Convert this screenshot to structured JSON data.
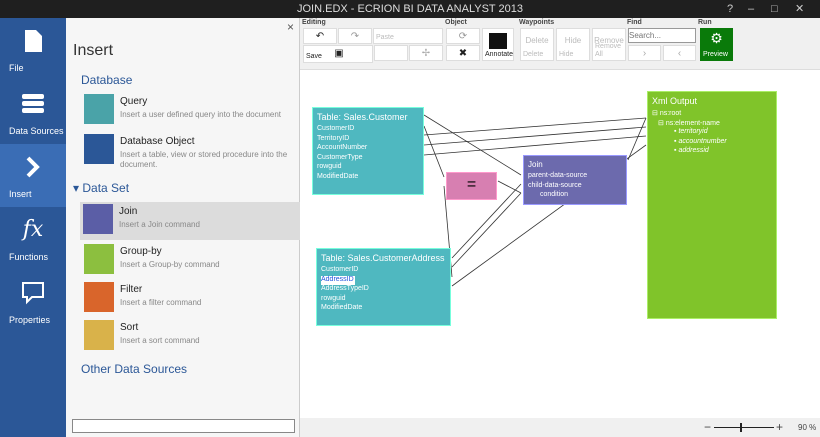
{
  "window": {
    "title": "JOIN.EDX - ECRION BI DATA ANALYST 2013",
    "controls": [
      "?",
      "–",
      "□",
      "✕"
    ]
  },
  "nav": [
    {
      "label": "File",
      "icon": "file-icon"
    },
    {
      "label": "Data Sources",
      "icon": "database-icon"
    },
    {
      "label": "Insert",
      "icon": "chevron-right-icon"
    },
    {
      "label": "Functions",
      "icon": "fx-icon"
    },
    {
      "label": "Properties",
      "icon": "comment-icon"
    }
  ],
  "panel": {
    "title": "Insert",
    "close": "×",
    "sections": {
      "database": "Database",
      "dataset": "Data Set",
      "other": "Other Data Sources"
    },
    "items": [
      {
        "title": "Query",
        "desc": "Insert a user defined query into the document",
        "color": "#4aa3a8"
      },
      {
        "title": "Database Object",
        "desc": "Insert a table, view or stored procedure into the document.",
        "color": "#2b5797"
      },
      {
        "title": "Join",
        "desc": "Insert a Join command",
        "color": "#5b5ea6"
      },
      {
        "title": "Group-by",
        "desc": "Insert a Group-by command",
        "color": "#8cbf3f"
      },
      {
        "title": "Filter",
        "desc": "Insert a filter command",
        "color": "#d9652b"
      },
      {
        "title": "Sort",
        "desc": "Insert a sort command",
        "color": "#d9b24a"
      }
    ],
    "search_value": ""
  },
  "ribbon": {
    "groups": [
      "Editing",
      "Object",
      "Waypoints",
      "Find",
      "Run"
    ],
    "paste": "Paste",
    "save": "Save",
    "annotate": "Annotate",
    "delete_btn": "Delete",
    "hide_btn": "Hide",
    "remove_btn": "Remove",
    "delete": "Delete",
    "hide": "Hide",
    "remove_all": "Remove All",
    "search_placeholder": "Search...",
    "preview": "Preview"
  },
  "canvas": {
    "customer": {
      "title": "Table: Sales.Customer",
      "fields": [
        "CustomerID",
        "TerritoryID",
        "AccountNumber",
        "CustomerType",
        "rowguid",
        "ModifiedDate"
      ]
    },
    "address": {
      "title": "Table: Sales.CustomerAddress",
      "fields": [
        "CustomerID",
        "AddressID",
        "AddressTypeID",
        "rowguid",
        "ModifiedDate"
      ],
      "selected": "AddressID"
    },
    "equals": "=",
    "join": {
      "title": "Join",
      "fields": [
        "parent-data-source",
        "child-data-source",
        "condition"
      ]
    },
    "xml": {
      "title": "Xml Output",
      "root": "ns:root",
      "element": "ns:element-name",
      "attrs": [
        "territoryid",
        "accountnumber",
        "addressid"
      ]
    },
    "colors": {
      "table": "#4fb8c0",
      "join": "#6c6aad",
      "equals": "#d77fb1",
      "xml": "#80c42a"
    }
  },
  "status": {
    "zoom": "90 %",
    "minus": "−",
    "plus": "+"
  }
}
